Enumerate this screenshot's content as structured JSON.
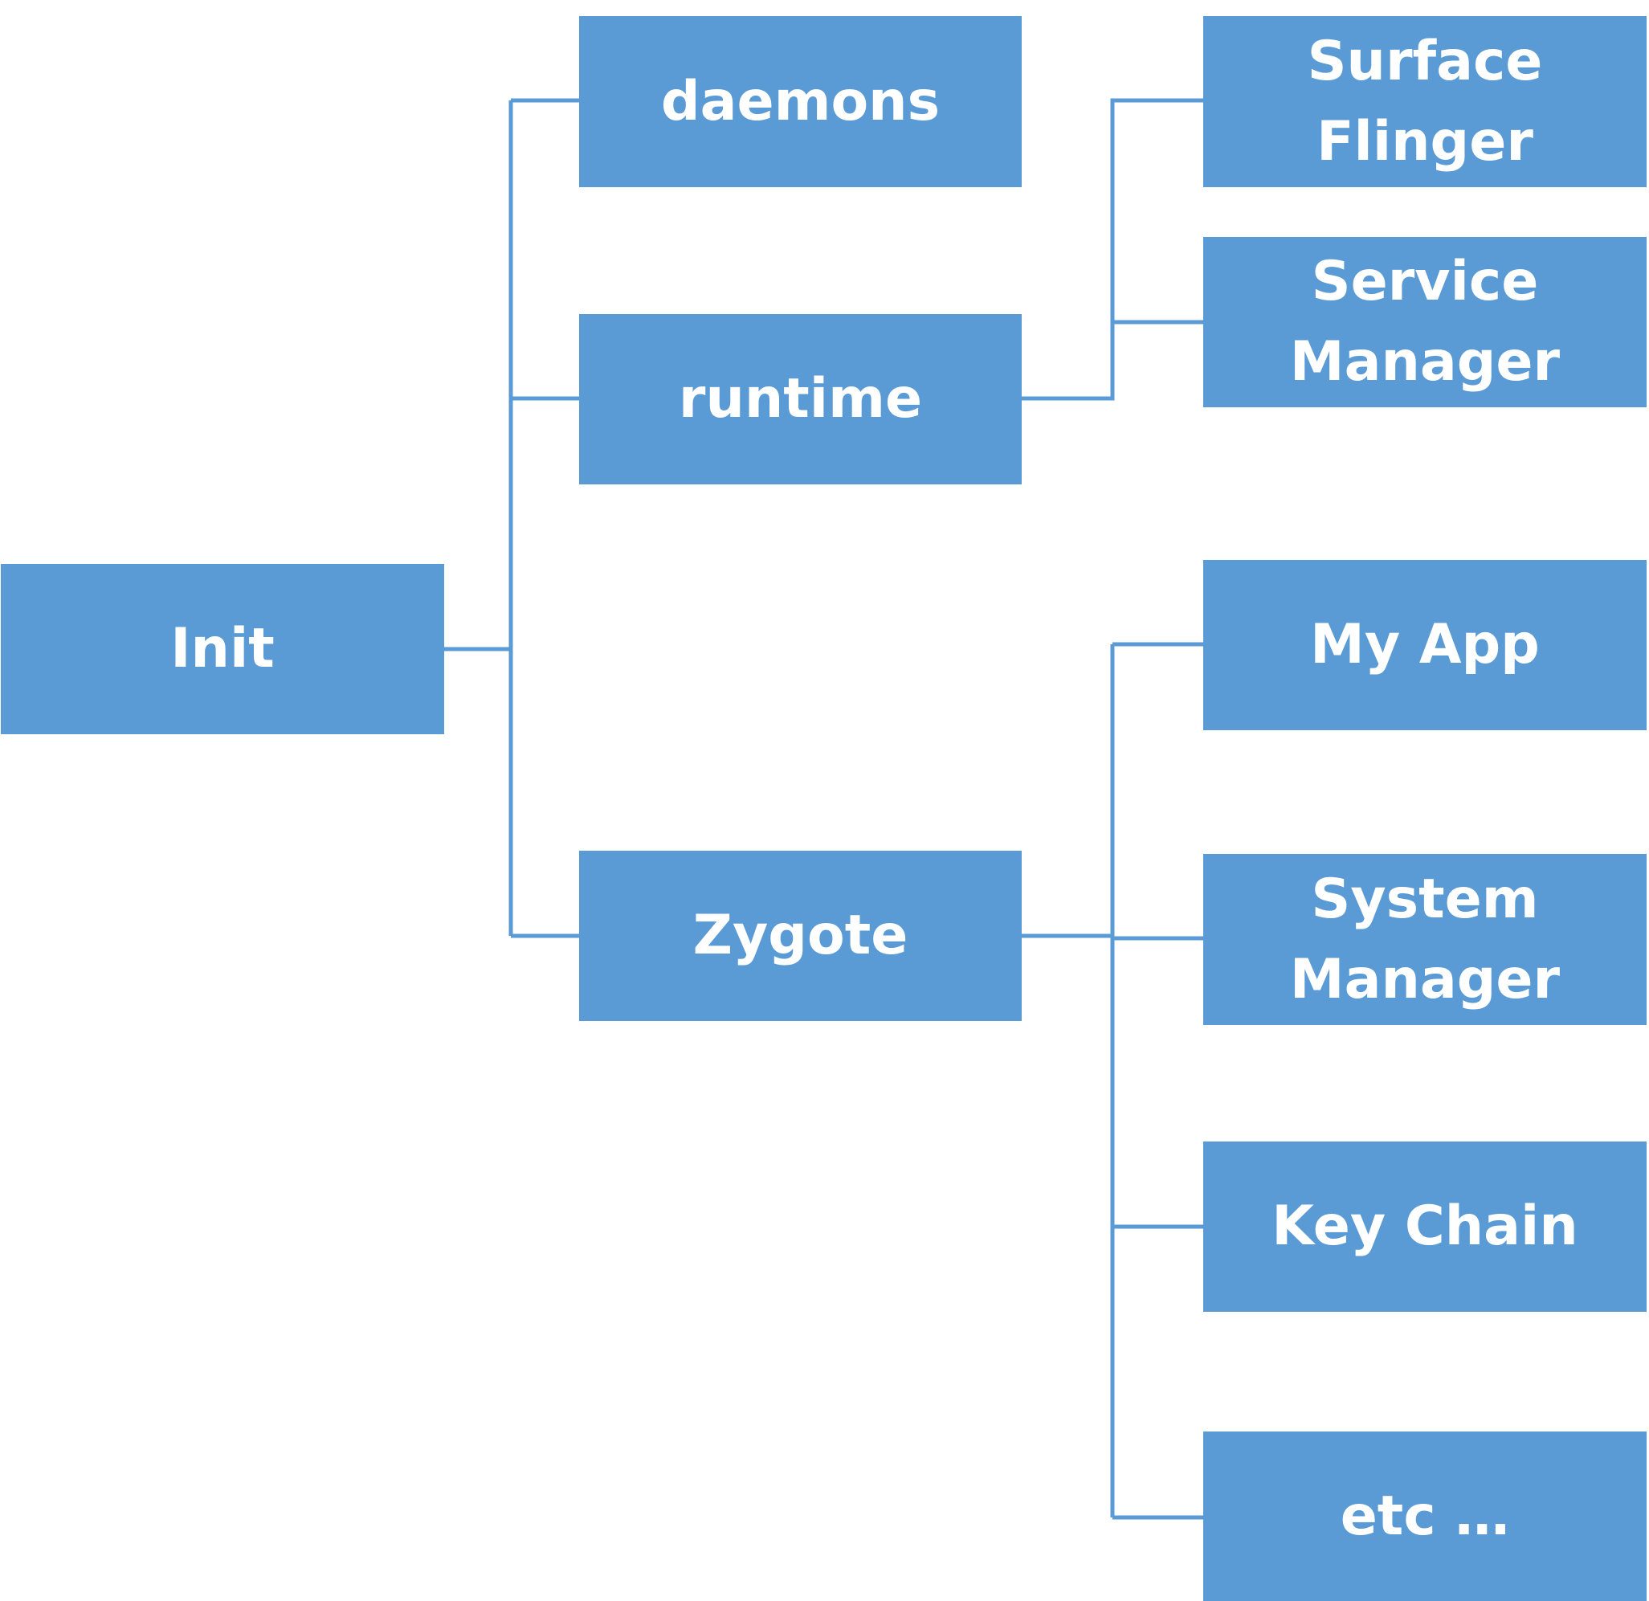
{
  "colors": {
    "node_fill": "#5b9bd5",
    "node_text": "#ffffff",
    "connector": "#5b9bd5",
    "background": "#ffffff"
  },
  "nodes": {
    "init": {
      "lines": [
        "Init"
      ]
    },
    "daemons": {
      "lines": [
        "daemons"
      ]
    },
    "runtime": {
      "lines": [
        "runtime"
      ]
    },
    "zygote": {
      "lines": [
        "Zygote"
      ]
    },
    "surface_flinger": {
      "lines": [
        "Surface",
        "Flinger"
      ]
    },
    "service_manager": {
      "lines": [
        "Service",
        "Manager"
      ]
    },
    "my_app": {
      "lines": [
        "My App"
      ]
    },
    "system_manager": {
      "lines": [
        "System",
        "Manager"
      ]
    },
    "key_chain": {
      "lines": [
        "Key Chain"
      ]
    },
    "etc": {
      "lines": [
        "etc …"
      ]
    }
  },
  "edges": [
    {
      "from": "Init",
      "to": "daemons"
    },
    {
      "from": "Init",
      "to": "runtime"
    },
    {
      "from": "Init",
      "to": "Zygote"
    },
    {
      "from": "runtime",
      "to": "Surface Flinger"
    },
    {
      "from": "runtime",
      "to": "Service Manager"
    },
    {
      "from": "Zygote",
      "to": "My App"
    },
    {
      "from": "Zygote",
      "to": "System Manager"
    },
    {
      "from": "Zygote",
      "to": "Key Chain"
    },
    {
      "from": "Zygote",
      "to": "etc …"
    }
  ]
}
